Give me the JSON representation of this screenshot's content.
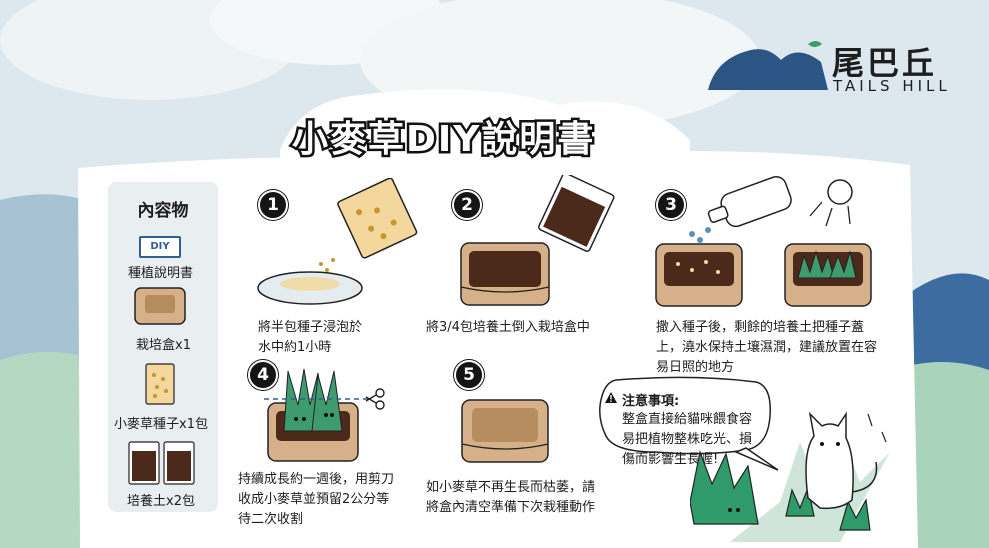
{
  "logo": {
    "name_cn": "尾巴丘",
    "name_en": "TAILS HILL"
  },
  "title": "小麥草DIY說明書",
  "contents": {
    "heading": "內容物",
    "items": [
      {
        "label": "種植說明書",
        "badge": "DIY"
      },
      {
        "label": "栽培盒x1"
      },
      {
        "label": "小麥草種子x1包"
      },
      {
        "label": "培養土x2包"
      }
    ]
  },
  "steps": [
    {
      "number": "1",
      "text_line1": "將半包種子浸泡於",
      "text_line2": "水中約1小時"
    },
    {
      "number": "2",
      "text_line1": "將3/4包培養土倒入栽培盒中"
    },
    {
      "number": "3",
      "text_line1": "撒入種子後，剩餘的培養土把種子蓋",
      "text_line2": "上，澆水保持土壤濕潤，建議放置在容",
      "text_line3": "易日照的地方"
    },
    {
      "number": "4",
      "text_line1": "持續成長約一週後，用剪刀",
      "text_line2": "收成小麥草並預留2公分等",
      "text_line3": "待二次收割"
    },
    {
      "number": "5",
      "text_line1": "如小麥草不再生長而枯萎，請",
      "text_line2": "將盒內清空準備下次栽種動作"
    }
  ],
  "notice": {
    "title": "注意事項:",
    "line1": "整盒直接給貓咪餵食容",
    "line2": "易把植物整株吃光、損",
    "line3": "傷而影響生長喔!"
  },
  "colors": {
    "brand_blue": "#2f5f95",
    "grass_green": "#3d9b6d",
    "kraft": "#c9a273",
    "soil": "#4b2a1c",
    "sky_blue": "#d9e6ee",
    "ground_green": "#b9d9c6"
  }
}
